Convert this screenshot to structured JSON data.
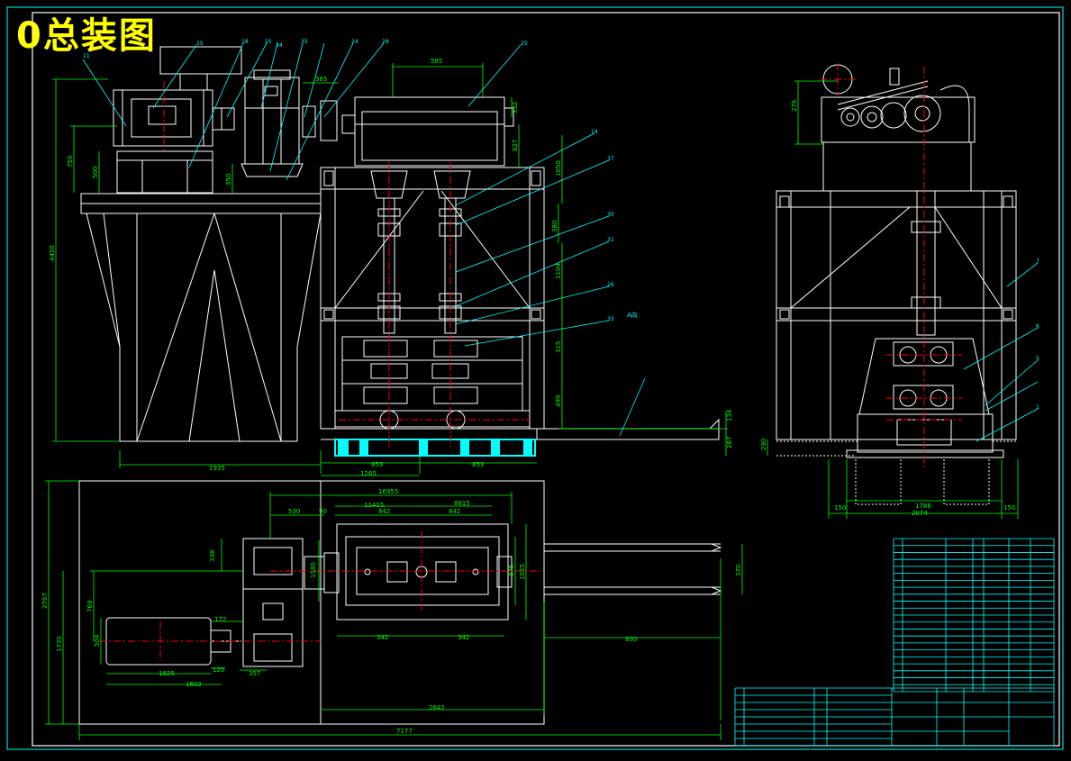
{
  "drawing": {
    "title": "0总装图",
    "colors": {
      "background": "#000000",
      "lines": "#ffffff",
      "dimensions": "#00ff00",
      "leaders": "#00ffff",
      "centerlines": "#ff0000",
      "title": "#ffff00",
      "base_fill": "#00ffff"
    }
  },
  "front_view": {
    "dims": {
      "d750": "750",
      "d500": "500",
      "d350": "350",
      "d4450": "4450",
      "d1935": "1935",
      "d585": "585",
      "d365": "365",
      "d332": "332",
      "d827": "827",
      "d1050": "1050",
      "d380": "380",
      "d1104": "1104",
      "d315": "315",
      "d499": "499",
      "d134": "134",
      "d287": "287",
      "d853a": "853",
      "d853b": "853",
      "d1265": "1265"
    },
    "balloons": [
      "11",
      "15",
      "18",
      "25",
      "34",
      "35",
      "24",
      "28",
      "25",
      "14",
      "37",
      "30",
      "31",
      "26",
      "33"
    ],
    "note": "A向"
  },
  "side_view": {
    "dims": {
      "d276": "276",
      "d2074": "2074",
      "d1786": "1786",
      "d150a": "150",
      "d150b": "150",
      "d290": "290"
    },
    "balloons": [
      "7",
      "6",
      "5",
      "1"
    ]
  },
  "plan_view": {
    "dims": {
      "d16955": "16955",
      "d11415": "11415",
      "d8815": "8815",
      "d530": "530",
      "d90": "90",
      "d842a": "842",
      "d842b": "842",
      "d338": "338",
      "d769": "769",
      "d504": "504",
      "d172": "172",
      "d1825": "1825",
      "d1602": "1602",
      "d120": "120",
      "d357": "357",
      "d1730": "1730",
      "d2767": "2767",
      "d1580": "1580",
      "d875": "875",
      "d1025": "1025",
      "d342a": "342",
      "d342b": "342",
      "d800": "800",
      "d370": "370",
      "d2642": "2642",
      "d7177": "7177"
    }
  }
}
